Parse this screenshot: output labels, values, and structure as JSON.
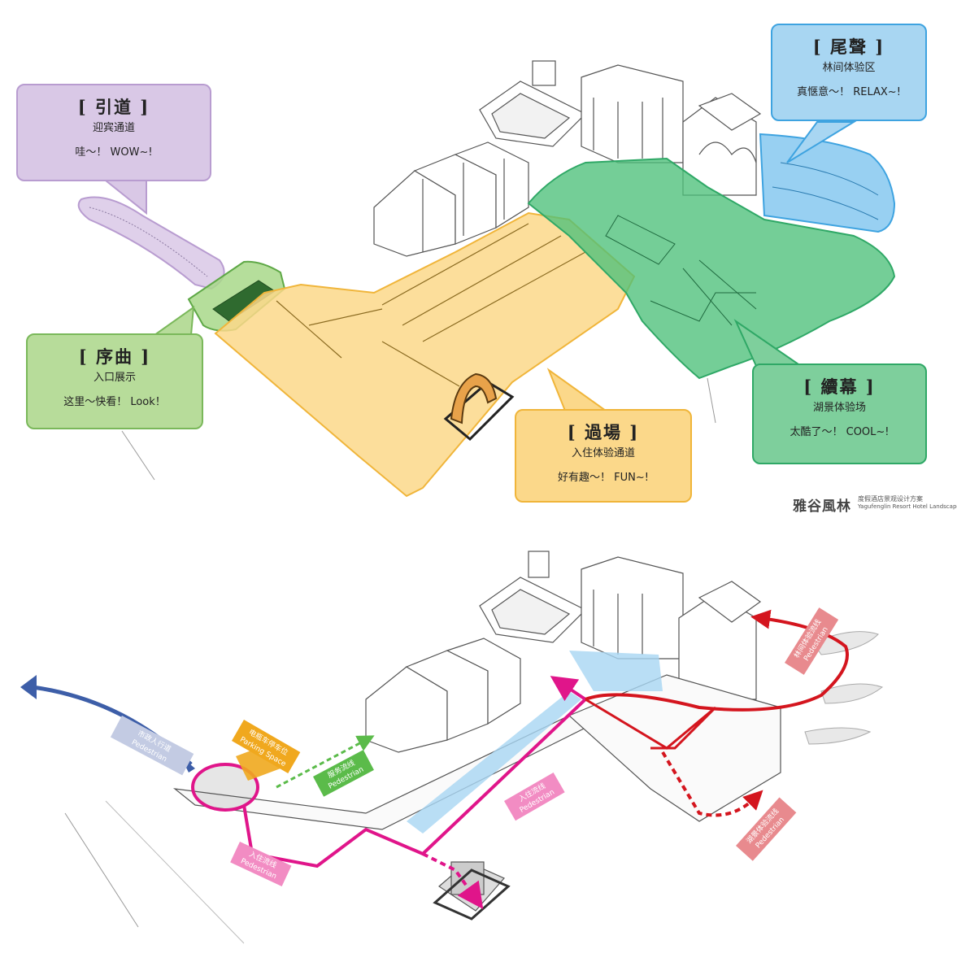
{
  "zones": {
    "yindao": {
      "title": "[ 引道 ]",
      "subtitle": "迎宾通道",
      "slogan": "哇～！ WOW~!",
      "fill": "#d9c8e6",
      "stroke": "#b89cd0"
    },
    "xuqu": {
      "title": "[ 序曲 ]",
      "subtitle": "入口展示",
      "slogan": "这里～快看！ Look！",
      "fill": "#b7dc9a",
      "stroke": "#7ab85a"
    },
    "guochang": {
      "title": "[ 過場 ]",
      "subtitle": "入住体验通道",
      "slogan": "好有趣～！ FUN~!",
      "fill": "#fbd88a",
      "stroke": "#f0b53a"
    },
    "xumu": {
      "title": "[ 續幕 ]",
      "subtitle": "湖景体验场",
      "slogan": "太酷了～！ COOL~!",
      "fill": "#7ecf9c",
      "stroke": "#2fa866"
    },
    "weisheng": {
      "title": "[ 尾聲 ]",
      "subtitle": "林间体验区",
      "slogan": "真惬意～！ RELAX~!",
      "fill": "#a8d6f2",
      "stroke": "#3ea3e0"
    }
  },
  "brand": {
    "name": "雅谷風林",
    "cn": "度假酒店景观设计方案",
    "en": "Yagufenglin Resort Hotel Landscape"
  },
  "routes": {
    "pedestrian_blue": {
      "label": "市政人行道",
      "en": "Pedestrian",
      "color": "#3d5ea8"
    },
    "parking": {
      "label": "电瓶车停车位",
      "en": "Parking Space",
      "color": "#f0a81e"
    },
    "service_green": {
      "label": "服务流线",
      "en": "Pedestrian",
      "color": "#5bbb4a"
    },
    "checkin_magenta_1": {
      "label": "入住流线",
      "en": "Pedestrian",
      "color": "#e0158a"
    },
    "checkin_magenta_2": {
      "label": "入住流线",
      "en": "Pedestrian",
      "color": "#e0158a"
    },
    "forest_red": {
      "label": "林间体验流线",
      "en": "Pedestrian",
      "color": "#d4151e"
    },
    "lake_red": {
      "label": "湖景体验流线",
      "en": "Pedestrian",
      "color": "#d4151e"
    }
  }
}
